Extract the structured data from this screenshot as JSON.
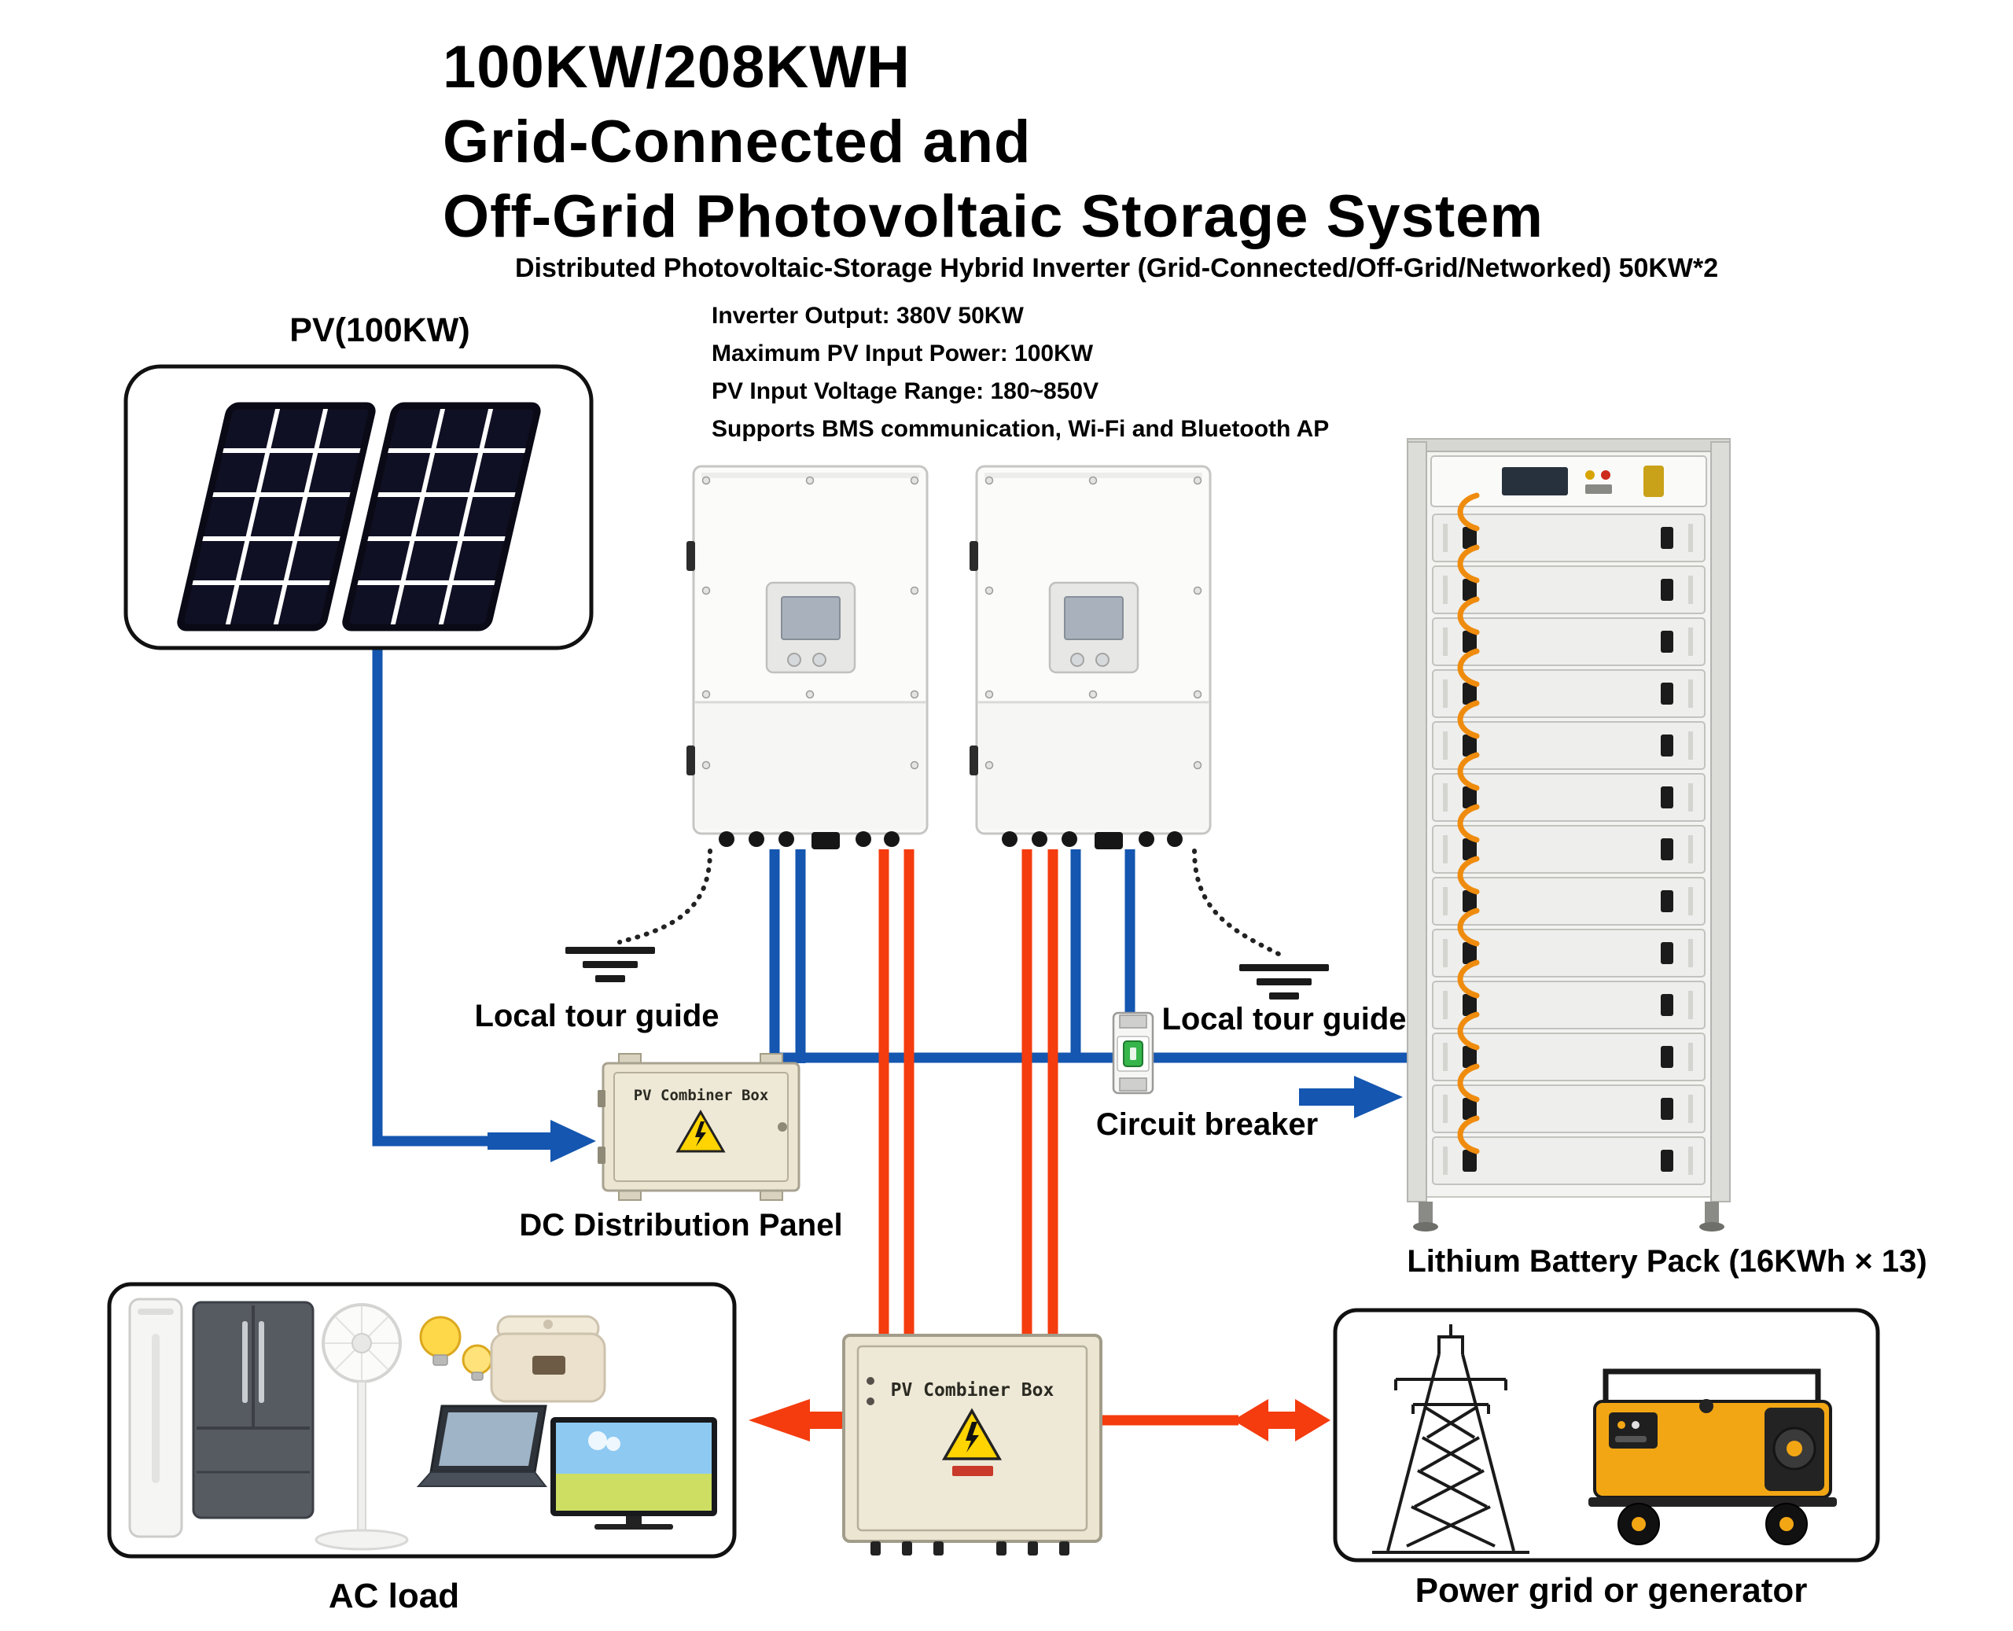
{
  "header": {
    "title_line1": "100KW/208KWH",
    "title_line2": "Grid-Connected and",
    "title_line3": "Off-Grid Photovoltaic Storage System",
    "subtitle": "Distributed Photovoltaic-Storage Hybrid Inverter (Grid-Connected/Off-Grid/Networked) 50KW*2"
  },
  "specs": {
    "lines": [
      "Inverter Output: 380V 50KW",
      "Maximum PV Input Power: 100KW",
      "PV Input Voltage Range: 180~850V",
      "Supports BMS communication, Wi-Fi and Bluetooth AP"
    ]
  },
  "labels": {
    "pv_array": "PV(100KW)",
    "ground_left": "Local tour guide",
    "ground_right": "Local tour guide",
    "circuit_breaker": "Circuit breaker",
    "dc_distribution_panel": "DC Distribution Panel",
    "battery_pack": "Lithium Battery Pack (16KWh × 13)",
    "ac_load": "AC load",
    "power_grid": "Power grid or generator"
  },
  "devices": {
    "dc_combiner_label": "PV Combiner Box",
    "ac_combiner_label": "PV Combiner Box"
  },
  "colors": {
    "dc_line": "#1456b0",
    "ac_line": "#f43c0e",
    "warning_yellow": "#ffd400",
    "generator_yellow": "#f3a614"
  }
}
